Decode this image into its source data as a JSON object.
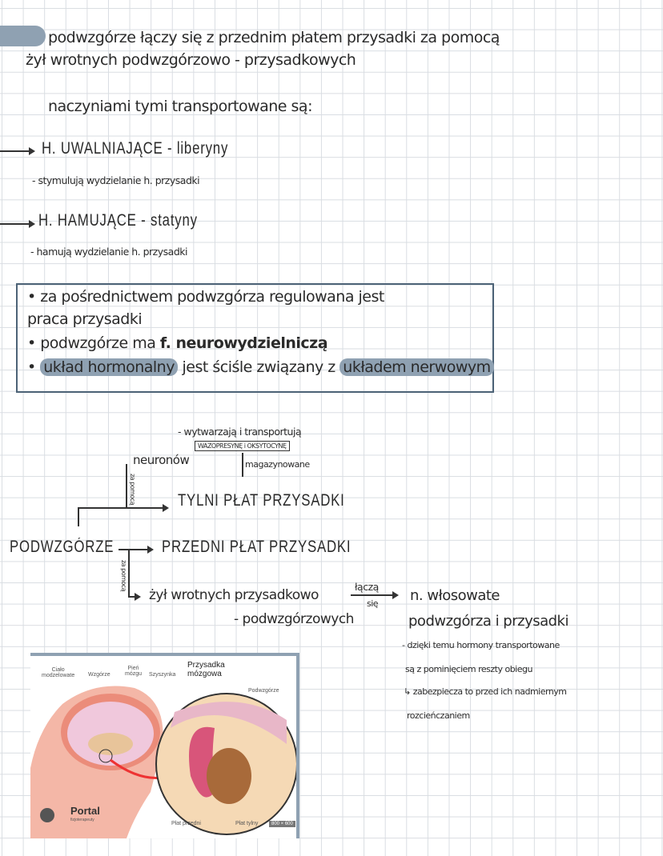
{
  "intro": {
    "line1": "podwzgórze łączy się z przednim płatem przysadki za pomocą",
    "line2": "żył wrotnych podwzgórzowo - przysadkowych",
    "line3": "naczyniami tymi transportowane są:"
  },
  "hormones": [
    {
      "title": "H. UWALNIAJĄCE - liberyny",
      "desc": "- stymulują wydzielanie h. przysadki"
    },
    {
      "title": "H. HAMUJĄCE - statyny",
      "desc": "- hamują wydzielanie h. przysadki"
    }
  ],
  "box": {
    "b1a": "• za pośrednictwem podwzgórza regulowana jest",
    "b1b": "praca przysadki",
    "b2a": "• podwzgórze ma ",
    "b2b": "f. neurowydzielniczą",
    "b3a": "• ",
    "b3hl1": "układ hormonalny",
    "b3mid": " jest ściśle związany z ",
    "b3hl2": "układem nerwowym",
    "highlight_color": "#8fa1b2",
    "border_color": "#4d6377"
  },
  "diagram": {
    "top_note": "- wytwarzają i transportują",
    "boxed": "WAZOPRESYNĘ i OKSYTOCYNĘ",
    "neurons": "neuronów",
    "stored": "magazynowane",
    "za_pomoca": "za pomocą",
    "posterior": "TYLNI PŁAT PRZYSADKI",
    "hypothalamus": "PODWZGÓRZE",
    "anterior": "PRZEDNI PŁAT PRZYSADKI",
    "veins1": "żył wrotnych przysadkowo",
    "veins2": "- podwzgórzowych",
    "connect1": "łączą",
    "connect2": "się",
    "capillaries1": "n. włosowate",
    "capillaries2": "podwzgórza i przysadki",
    "note1": "- dzięki temu hormony transportowane",
    "note2": "są z pominięciem reszty obiegu",
    "note3": "↳ zabezpiecza to przed ich nadmiernym",
    "note4": "rozcieńczaniem"
  },
  "illustration": {
    "title1": "Przysadka",
    "title2": "mózgowa",
    "l_cialo1": "Ciało",
    "l_cialo2": "modzelowate",
    "l_wzgorze": "Wzgórze",
    "l_pien1": "Pień",
    "l_pien2": "mózgu",
    "l_szyszynka": "Szyszynka",
    "l_podwzgorze": "Podwzgórze",
    "l_przedni": "Płat przedni",
    "l_tylny": "Płat tylny",
    "logo": "Portal",
    "logo_sub": "fizjoterapeuty",
    "badge": "800 × 600"
  }
}
